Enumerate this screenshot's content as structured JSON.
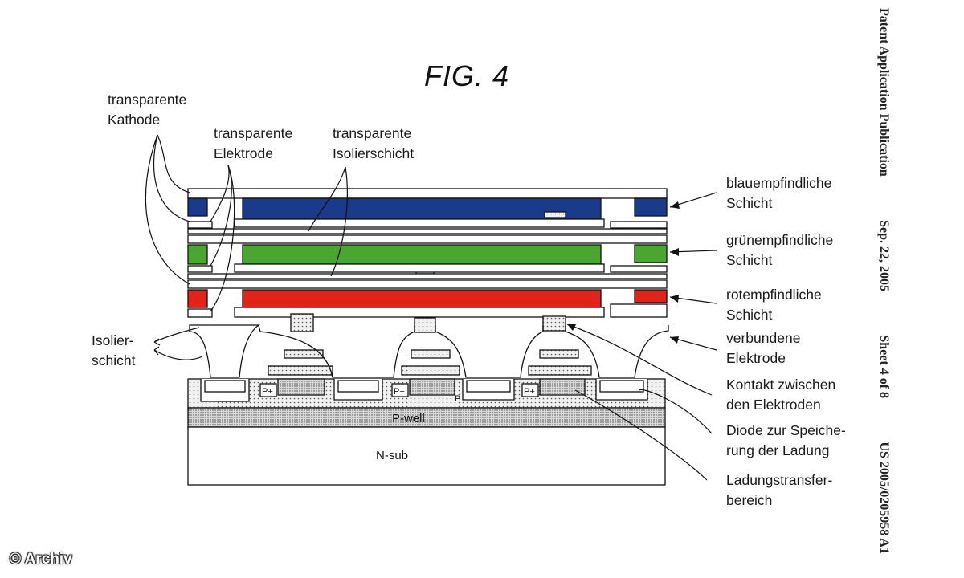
{
  "figure": {
    "title": "FIG. 4",
    "labels": {
      "transparente_kathode": [
        "transparente",
        "Kathode"
      ],
      "transparente_elektrode": [
        "transparente",
        "Elektrode"
      ],
      "transparente_isolierschicht": [
        "transparente",
        "Isolierschicht"
      ],
      "isolierschicht": [
        "Isolier-",
        "schicht"
      ],
      "blau": [
        "blauempfindliche",
        "Schicht"
      ],
      "gruen": [
        "grünempfindliche",
        "Schicht"
      ],
      "rot": [
        "rotempfindliche",
        "Schicht"
      ],
      "verbundene": [
        "verbundene",
        "Elektrode"
      ],
      "kontakt": [
        "Kontakt zwischen",
        "den Elektroden"
      ],
      "diode": [
        "Diode zur Speiche-",
        "rung der Ladung"
      ],
      "ladung": [
        "Ladungstransfer-",
        "bereich"
      ]
    },
    "substrate": {
      "p_well": "P-well",
      "n_sub": "N-sub",
      "p_plus": "P+",
      "p": "P"
    },
    "layer_colors": {
      "blue": "#1a3a8c",
      "green": "#4aa631",
      "red": "#e2231a"
    }
  },
  "side_text": {
    "publication": "Patent Application Publication",
    "date": "Sep. 22, 2005",
    "sheet": "Sheet 4 of 8",
    "number": "US 2005/0205958 A1"
  },
  "copyright": "© Archiv"
}
